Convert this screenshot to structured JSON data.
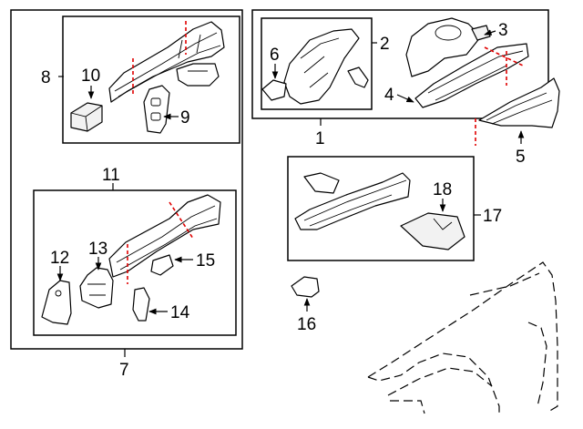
{
  "callouts": {
    "n1": "1",
    "n2": "2",
    "n3": "3",
    "n4": "4",
    "n5": "5",
    "n6": "6",
    "n7": "7",
    "n8": "8",
    "n9": "9",
    "n10": "10",
    "n11": "11",
    "n12": "12",
    "n13": "13",
    "n14": "14",
    "n15": "15",
    "n16": "16",
    "n17": "17",
    "n18": "18"
  },
  "colors": {
    "line": "#000000",
    "cut_line": "#e00000",
    "background": "#ffffff"
  }
}
